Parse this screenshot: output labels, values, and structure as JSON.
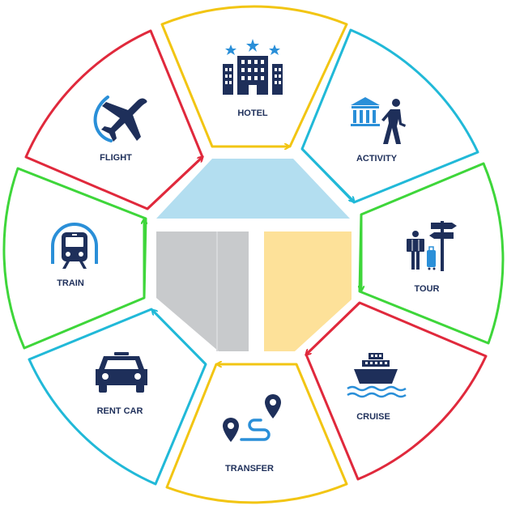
{
  "services": [
    {
      "key": "hotel",
      "label": "HOTEL",
      "icon": "hotel-icon",
      "color": "#f2c513"
    },
    {
      "key": "activity",
      "label": "ACTIVITY",
      "icon": "activity-icon",
      "color": "#21b9d8"
    },
    {
      "key": "tour",
      "label": "TOUR",
      "icon": "tour-icon",
      "color": "#3ed63a"
    },
    {
      "key": "cruise",
      "label": "CRUISE",
      "icon": "cruise-icon",
      "color": "#e0293c"
    },
    {
      "key": "transfer",
      "label": "TRANSFER",
      "icon": "transfer-icon",
      "color": "#f2c513"
    },
    {
      "key": "rent_car",
      "label": "RENT CAR",
      "icon": "car-icon",
      "color": "#21b9d8"
    },
    {
      "key": "train",
      "label": "TRAIN",
      "icon": "train-icon",
      "color": "#3ed63a"
    },
    {
      "key": "flight",
      "label": "FLIGHT",
      "icon": "airplane-icon",
      "color": "#e0293c"
    }
  ],
  "colors": {
    "navy": "#1e2f5a",
    "accent_blue": "#2a8fd8",
    "roof": "#b3def0",
    "wall_left": "#c8cacc",
    "wall_right": "#fde199",
    "water": "#2a8fd8"
  }
}
